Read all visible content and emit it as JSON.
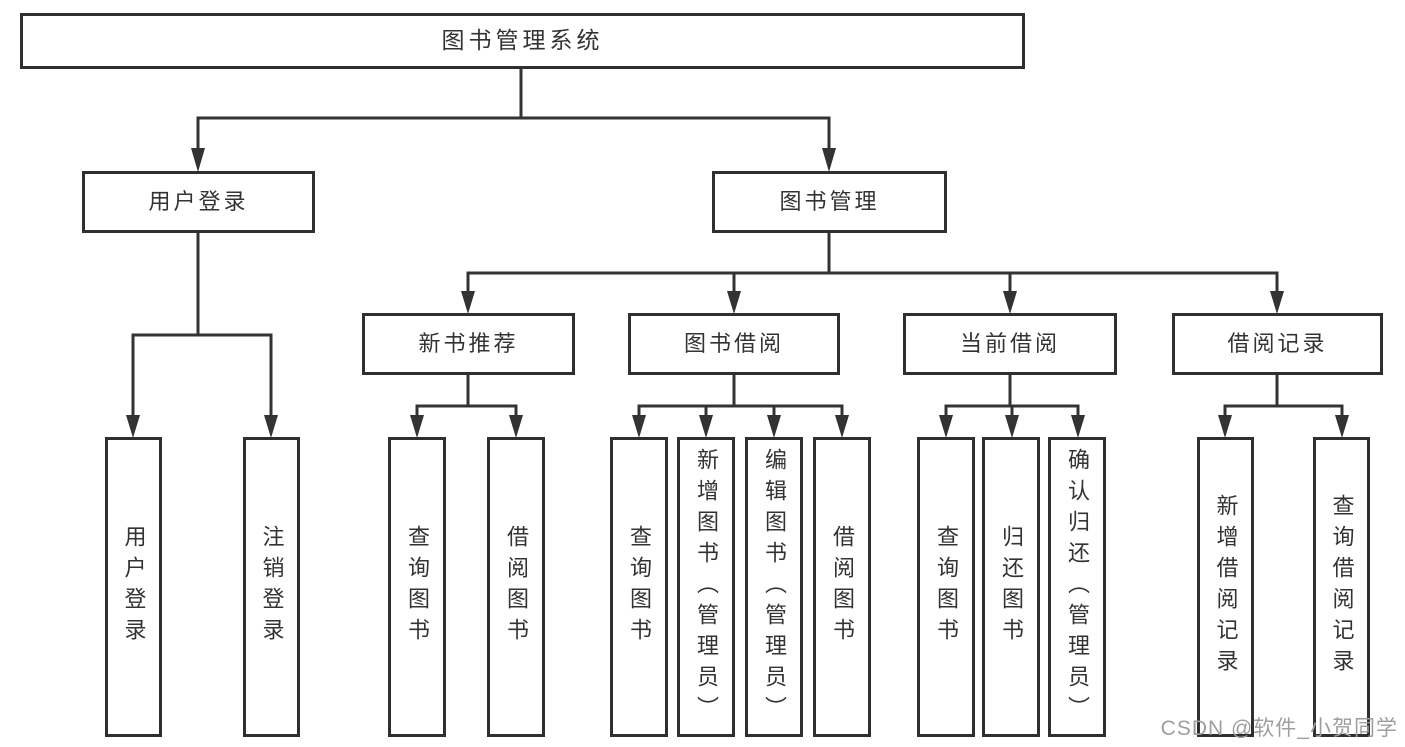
{
  "nodes": {
    "root": {
      "label": "图书管理系统"
    },
    "level2": [
      {
        "label": "用户登录"
      },
      {
        "label": "图书管理"
      }
    ],
    "level3": [
      {
        "label": "新书推荐"
      },
      {
        "label": "图书借阅"
      },
      {
        "label": "当前借阅"
      },
      {
        "label": "借阅记录"
      }
    ],
    "leaves": {
      "user_login": [
        {
          "label": "用户登录"
        },
        {
          "label": "注销登录"
        }
      ],
      "new_book": [
        {
          "label": "查询图书"
        },
        {
          "label": "借阅图书"
        }
      ],
      "book_borrow": [
        {
          "label": "查询图书"
        },
        {
          "label": "新增图书（管理员）"
        },
        {
          "label": "编辑图书（管理员）"
        },
        {
          "label": "借阅图书"
        }
      ],
      "current_borrow": [
        {
          "label": "查询图书"
        },
        {
          "label": "归还图书"
        },
        {
          "label": "确认归还（管理员）"
        }
      ],
      "borrow_record": [
        {
          "label": "新增借阅记录"
        },
        {
          "label": "查询借阅记录"
        }
      ]
    }
  },
  "watermark": {
    "text": "CSDN @软件_小贺同学"
  },
  "colors": {
    "line": "#333333",
    "box_border": "#2f2f2f",
    "text": "#333333",
    "watermark_color": "#9e9e9e",
    "background": "#ffffff"
  }
}
